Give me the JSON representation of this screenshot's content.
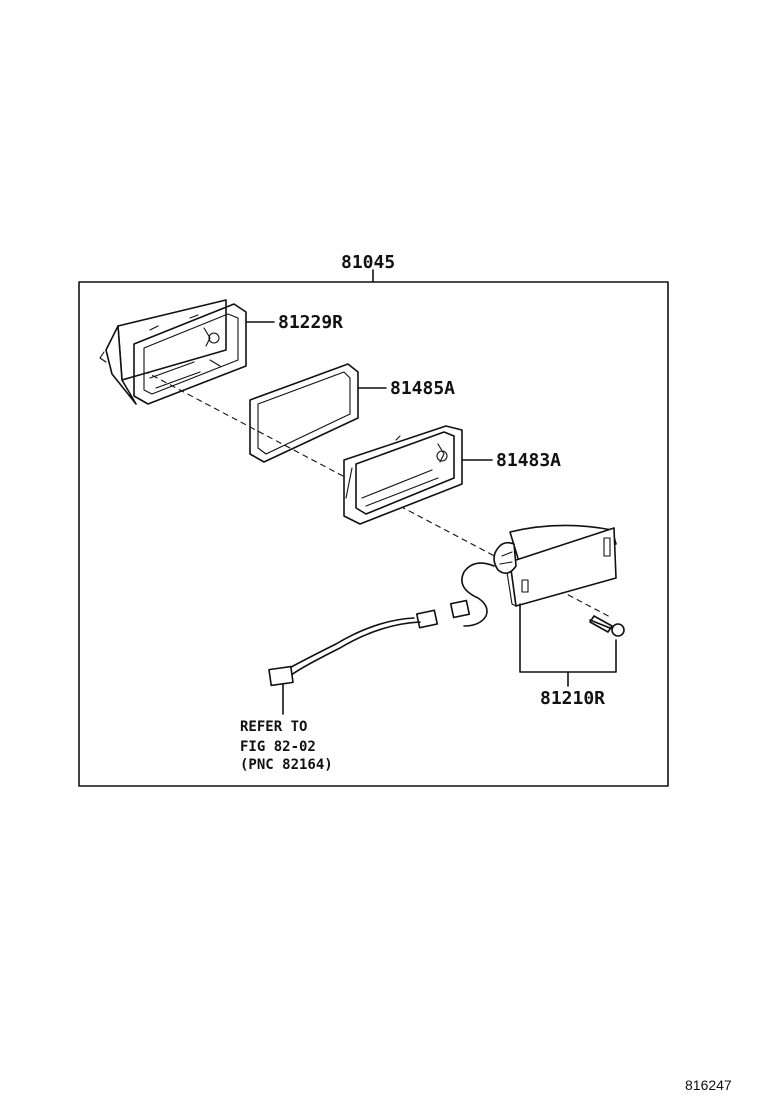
{
  "assembly": {
    "part_number": "81045"
  },
  "parts": [
    {
      "id": "bezel",
      "number": "81229R"
    },
    {
      "id": "gasket",
      "number": "81485A"
    },
    {
      "id": "housing",
      "number": "81483A"
    },
    {
      "id": "lamp-unit",
      "number": "81210R"
    }
  ],
  "reference_note": {
    "line1": "REFER TO",
    "line2": "FIG 82-02",
    "line3": "(PNC 82164)"
  },
  "figure_id": "816247"
}
